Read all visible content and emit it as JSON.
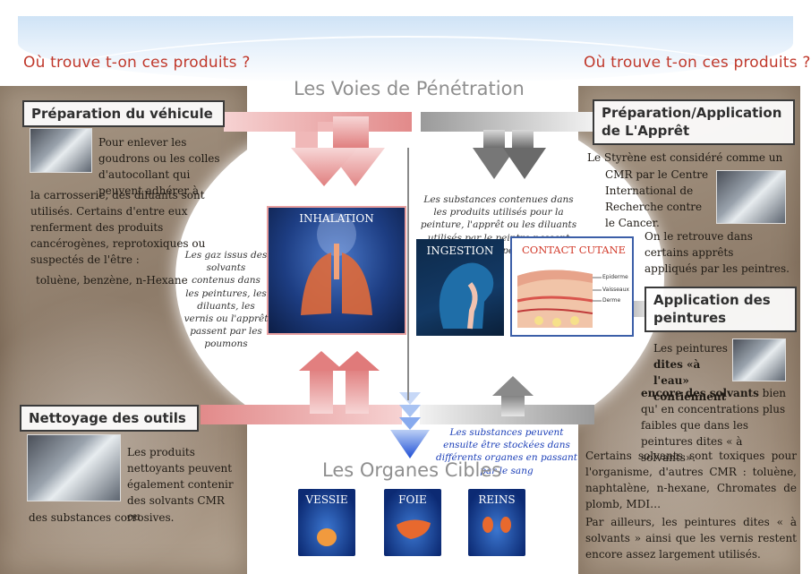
{
  "headers": {
    "left": "Où trouve t-on ces produits ?",
    "right": "Où trouve t-on ces produits ?"
  },
  "main_title": "Les Voies de Pénétration",
  "targets_title": "Les Organes Cibles",
  "left_panel": {
    "preparation": {
      "title": "Préparation du véhicule",
      "text_right": "Pour enlever les goudrons ou les colles d'autocollant qui peuvent adhérer à",
      "text_full": "la carrosserie, des diluants sont utilisés. Certains d'entre eux renferment des produits cancérogènes, reprotoxiques ou suspectés de l'être :",
      "text_list": "toluène, benzène, n-Hexane"
    },
    "nettoyage": {
      "title": "Nettoyage des outils",
      "text_right": "Les produits nettoyants peuvent également contenir des solvants CMR ou",
      "text_full": "des substances corrosives."
    }
  },
  "right_panel": {
    "appret": {
      "title": "Préparation/Application de L'Apprêt",
      "text_1": "Le Styrène est considéré comme un",
      "text_2": "CMR par le Centre International de Recherche contre le Cancer.",
      "text_3": "On le retrouve dans certains apprêts appliqués par les peintres."
    },
    "peintures": {
      "title": "Application des peintures",
      "text_1a": "Les peintures",
      "text_1b": "dites «à l'eau» contiennent",
      "text_1c": "encore des solvants",
      "text_1d": " bien qu' en concentrations plus faibles que dans les peintures dites « à solvants».",
      "text_2": "Certains solvants sont toxiques pour l'organisme, d'autres CMR : toluène, naphtalène, n-hexane, Chromates de plomb, MDI…",
      "text_3": "Par ailleurs, les peintures dites « à solvants » ainsi que les vernis restent encore assez largement utilisés."
    }
  },
  "routes": {
    "inhalation_label": "INHALATION",
    "inhalation_note": "Les gaz issus des solvants contenus dans les peintures, les diluants, les vernis ou l'apprêt passent par les poumons",
    "ingestion_label": "INGESTION",
    "contact_label": "CONTACT CUTANE",
    "contact_note": "Les substances contenues dans les produits utilisés pour la peinture, l'apprêt ou les diluants utilisés par le peintre passent par la peau",
    "skin_layers": [
      "Epiderme",
      "Vaisseaux",
      "Derme"
    ],
    "storage_note": "Les substances peuvent ensuite être stockées dans différents organes en passant par le sang"
  },
  "organs": [
    {
      "label": "VESSIE"
    },
    {
      "label": "FOIE"
    },
    {
      "label": "REINS"
    }
  ],
  "colors": {
    "red_heading": "#c0382b",
    "title_gray": "#8f8f8f",
    "arrow_red": "#e59a9a",
    "arrow_gray": "#8c8c8c",
    "arrow_blue": "#2a58d6",
    "note_blue": "#1b3fb8"
  }
}
